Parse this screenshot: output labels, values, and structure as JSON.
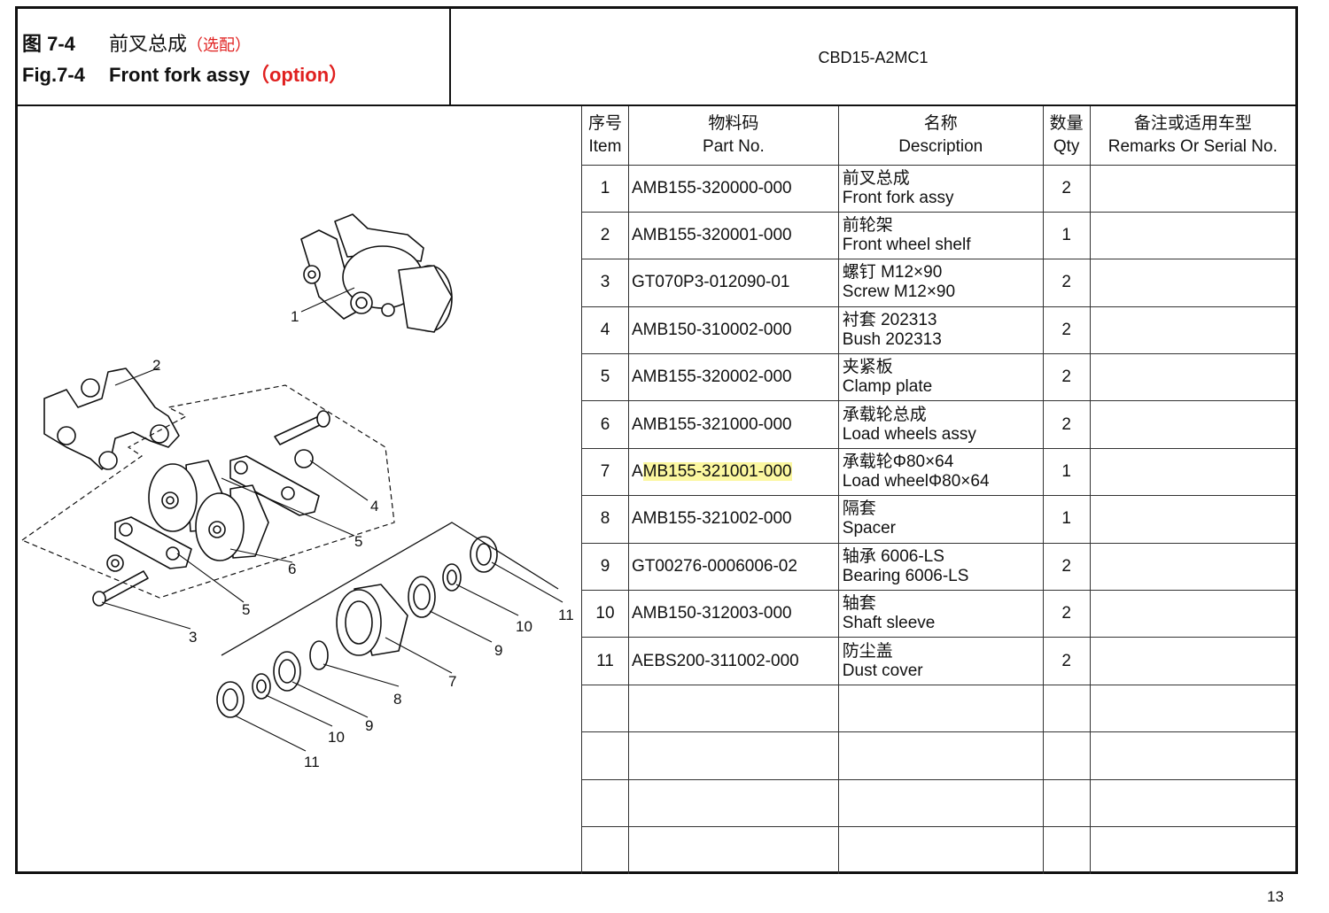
{
  "header": {
    "fig_zh": "图 7-4",
    "name_zh": "前叉总成",
    "option_zh": "（选配）",
    "fig_en": "Fig.7-4",
    "name_en": "Front fork assy",
    "option_en": "（option）",
    "model": "CBD15-A2MC1"
  },
  "table": {
    "headers": {
      "item_zh": "序号",
      "item_en": "Item",
      "part_zh": "物料码",
      "part_en": "Part No.",
      "desc_zh": "名称",
      "desc_en": "Description",
      "qty_zh": "数量",
      "qty_en": "Qty",
      "remarks_zh": "备注或适用车型",
      "remarks_en": "Remarks Or Serial No."
    },
    "rows": [
      {
        "item": "1",
        "part_a": "AMB155-320000-000",
        "part_b": "",
        "desc_zh": "前叉总成",
        "desc_en": "Front fork assy",
        "qty": "2"
      },
      {
        "item": "2",
        "part_a": "AMB155-320001-000",
        "part_b": "",
        "desc_zh": "前轮架",
        "desc_en": "Front wheel shelf",
        "qty": "1"
      },
      {
        "item": "3",
        "part_a": "GT070P3-012090-01",
        "part_b": "",
        "desc_zh": "螺钉 M12×90",
        "desc_en": "Screw M12×90",
        "qty": "2"
      },
      {
        "item": "4",
        "part_a": "AMB150-310002-000",
        "part_b": "",
        "desc_zh": "衬套 202313",
        "desc_en": "Bush 202313",
        "qty": "2"
      },
      {
        "item": "5",
        "part_a": "AMB155-320002-000",
        "part_b": "",
        "desc_zh": "夹紧板",
        "desc_en": "Clamp plate",
        "qty": "2"
      },
      {
        "item": "6",
        "part_a": "AMB155-321000-000",
        "part_b": "",
        "desc_zh": "承载轮总成",
        "desc_en": "Load wheels assy",
        "qty": "2"
      },
      {
        "item": "7",
        "part_a": "A",
        "part_b": "MB155-321001-000",
        "desc_zh": "承载轮Φ80×64",
        "desc_en": "Load wheelΦ80×64",
        "qty": "1"
      },
      {
        "item": "8",
        "part_a": "AMB155-321002-000",
        "part_b": "",
        "desc_zh": "隔套",
        "desc_en": "Spacer",
        "qty": "1"
      },
      {
        "item": "9",
        "part_a": "GT00276-0006006-02",
        "part_b": "",
        "desc_zh": "轴承 6006-LS",
        "desc_en": "Bearing 6006-LS",
        "qty": "2"
      },
      {
        "item": "10",
        "part_a": "AMB150-312003-000",
        "part_b": "",
        "desc_zh": "轴套",
        "desc_en": "Shaft sleeve",
        "qty": "2"
      },
      {
        "item": "11",
        "part_a": "AEBS200-311002-000",
        "part_b": "",
        "desc_zh": "防尘盖",
        "desc_en": "Dust cover",
        "qty": "2"
      }
    ]
  },
  "drawing": {
    "callouts": [
      "1",
      "2",
      "3",
      "4",
      "5",
      "5",
      "6",
      "7",
      "8",
      "9",
      "9",
      "10",
      "10",
      "11",
      "11"
    ]
  },
  "page_number": "13"
}
